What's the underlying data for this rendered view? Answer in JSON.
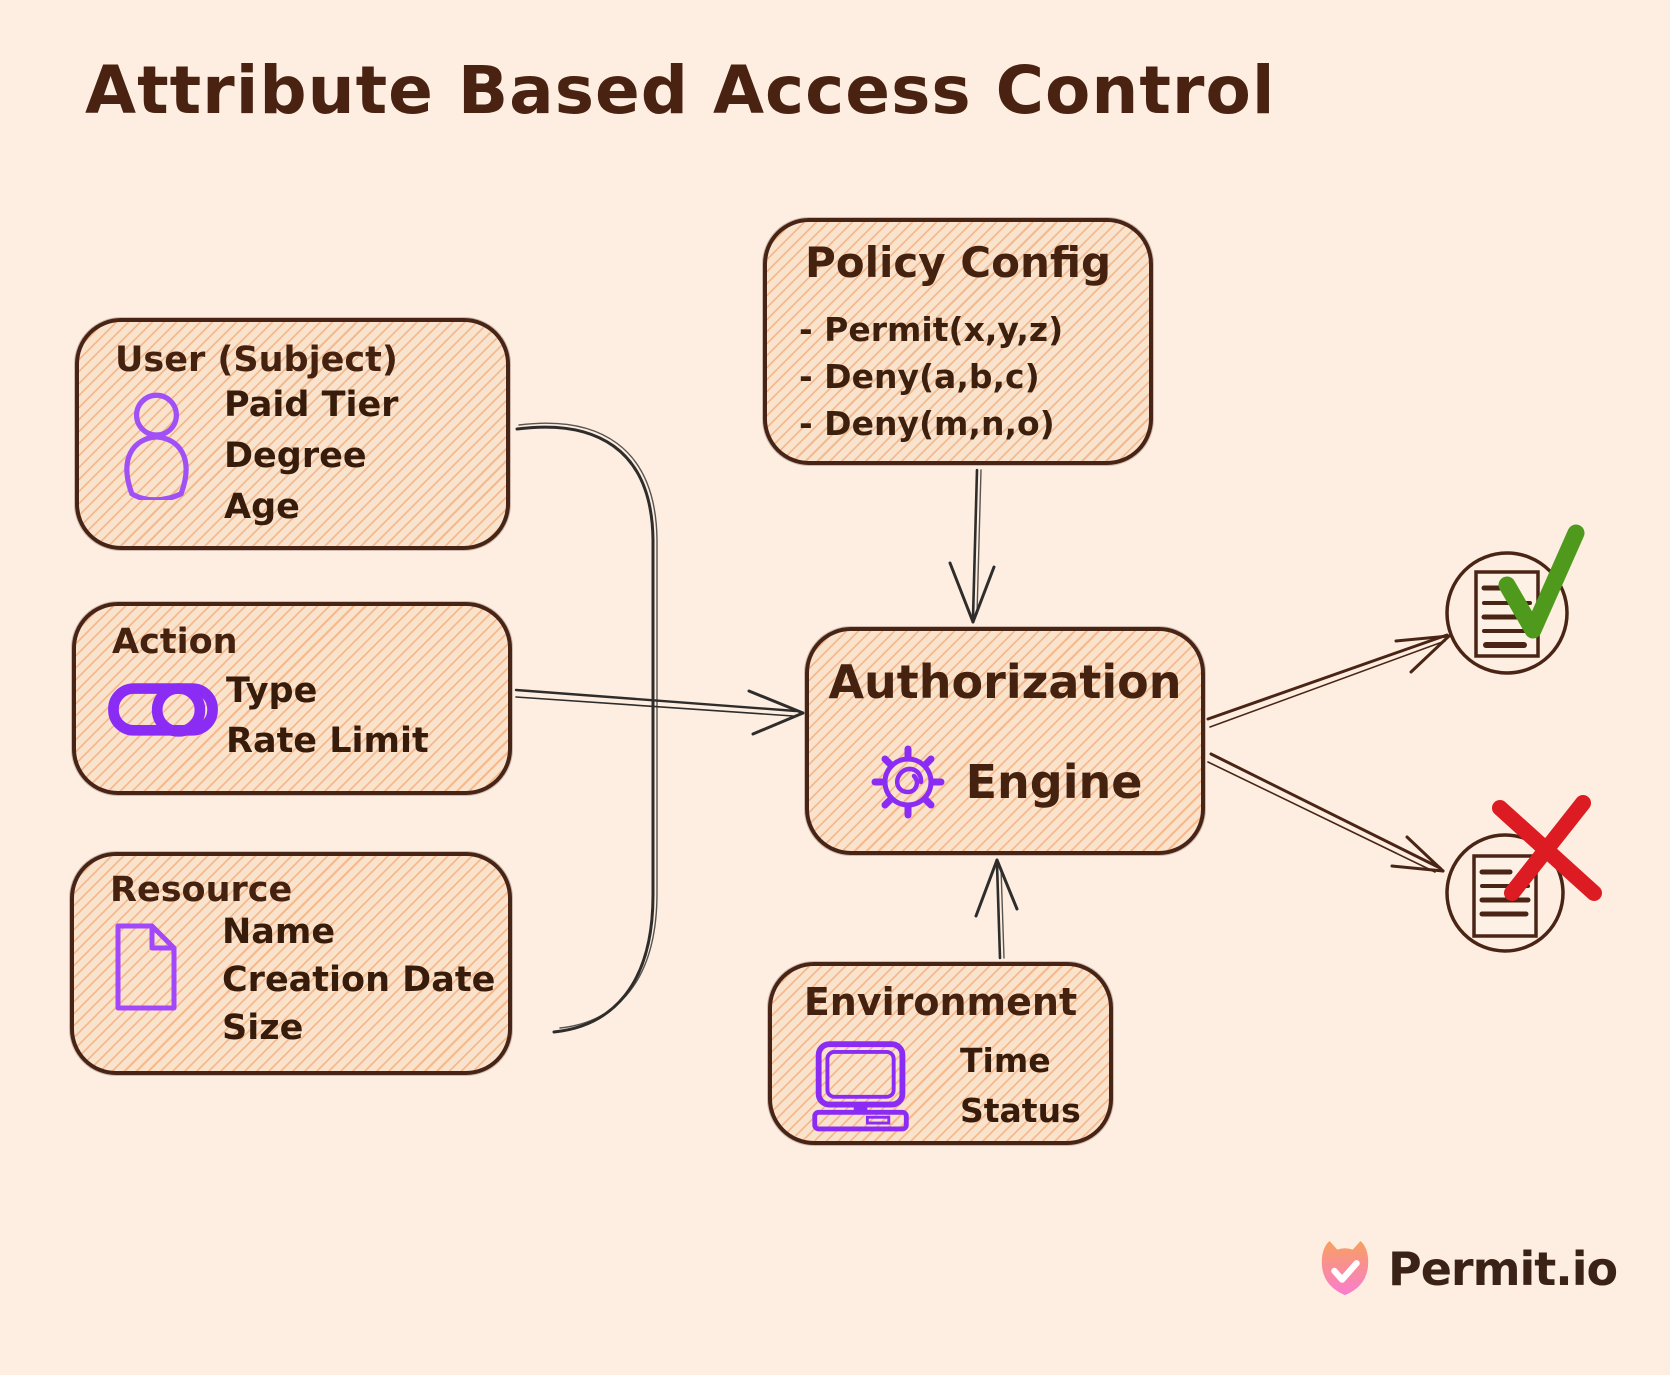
{
  "title": "Attribute Based Access Control",
  "nodes": {
    "user": {
      "title": "User (Subject)",
      "icon": "person-icon",
      "attrs": [
        "Paid Tier",
        "Degree",
        "Age"
      ]
    },
    "action": {
      "title": "Action",
      "icon": "toggle-icon",
      "attrs": [
        "Type",
        "Rate Limit"
      ]
    },
    "resource": {
      "title": "Resource",
      "icon": "document-icon",
      "attrs": [
        "Name",
        "Creation Date",
        "Size"
      ]
    },
    "policy": {
      "title": "Policy Config",
      "items": [
        "- Permit(x,y,z)",
        "- Deny(a,b,c)",
        "- Deny(m,n,o)"
      ]
    },
    "engine": {
      "title_line1": "Authorization",
      "title_line2": "Engine",
      "icon": "gear-icon"
    },
    "environment": {
      "title": "Environment",
      "icon": "computer-icon",
      "attrs": [
        "Time",
        "Status"
      ]
    }
  },
  "outputs": {
    "allow": {
      "icon": "document-check-icon",
      "meaning": "permitted"
    },
    "deny": {
      "icon": "document-x-icon",
      "meaning": "denied"
    }
  },
  "logo": {
    "text": "Permit.io",
    "icon": "permit-logo-icon"
  },
  "colors": {
    "background": "#fdeee1",
    "box_fill": "#fae3cd",
    "box_hatch": "#f09a5a",
    "ink_brown": "#45210f",
    "connector_dark": "#2f2d2b",
    "accent_purple": "#8b2cf5",
    "check_green": "#4f9a1d",
    "cross_red": "#dc1b22",
    "logo_gradient_top": "#f7a05e",
    "logo_gradient_bottom": "#fa7cd1"
  }
}
